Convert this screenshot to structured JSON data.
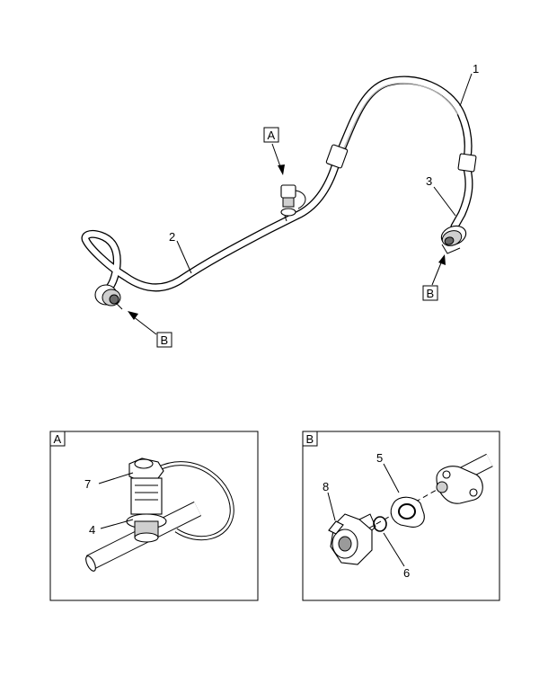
{
  "main_view": {
    "callouts": [
      "1",
      "2",
      "3"
    ],
    "view_refs": [
      "A",
      "B",
      "B"
    ]
  },
  "detail_a": {
    "label": "A",
    "callouts": [
      "7",
      "4"
    ]
  },
  "detail_b": {
    "label": "B",
    "callouts": [
      "5",
      "8",
      "6"
    ]
  }
}
